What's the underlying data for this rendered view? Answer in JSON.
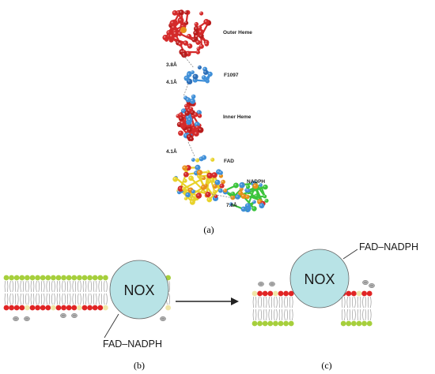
{
  "panel_a": {
    "labels": {
      "outer_heme": "Outer Heme",
      "f1097": "F1097",
      "inner_heme": "Inner Heme",
      "fad": "FAD",
      "nadph": "NADPH"
    },
    "distances": {
      "d1": "3.8Å",
      "d2": "4.1Å",
      "d3": "4.1Å",
      "d4": "7.8Å"
    },
    "caption": "(a)"
  },
  "panel_b": {
    "protein": "NOX",
    "cofactor": "FAD–NADPH",
    "caption": "(b)"
  },
  "panel_c": {
    "protein": "NOX",
    "cofactor": "FAD–NADPH",
    "caption": "(c)"
  },
  "colors": {
    "heme": "#d42a2a",
    "f1097": "#3f8fd8",
    "fad": "#e8d22a",
    "nadph_green": "#3cc43c",
    "orange": "#e8901a",
    "nox_fill": "#b8e3e6",
    "lipid_green": "#a6cf3c",
    "lipid_red": "#e02424",
    "lipid_cream": "#efe6a8",
    "lipid_gray": "#b4b4b4"
  }
}
